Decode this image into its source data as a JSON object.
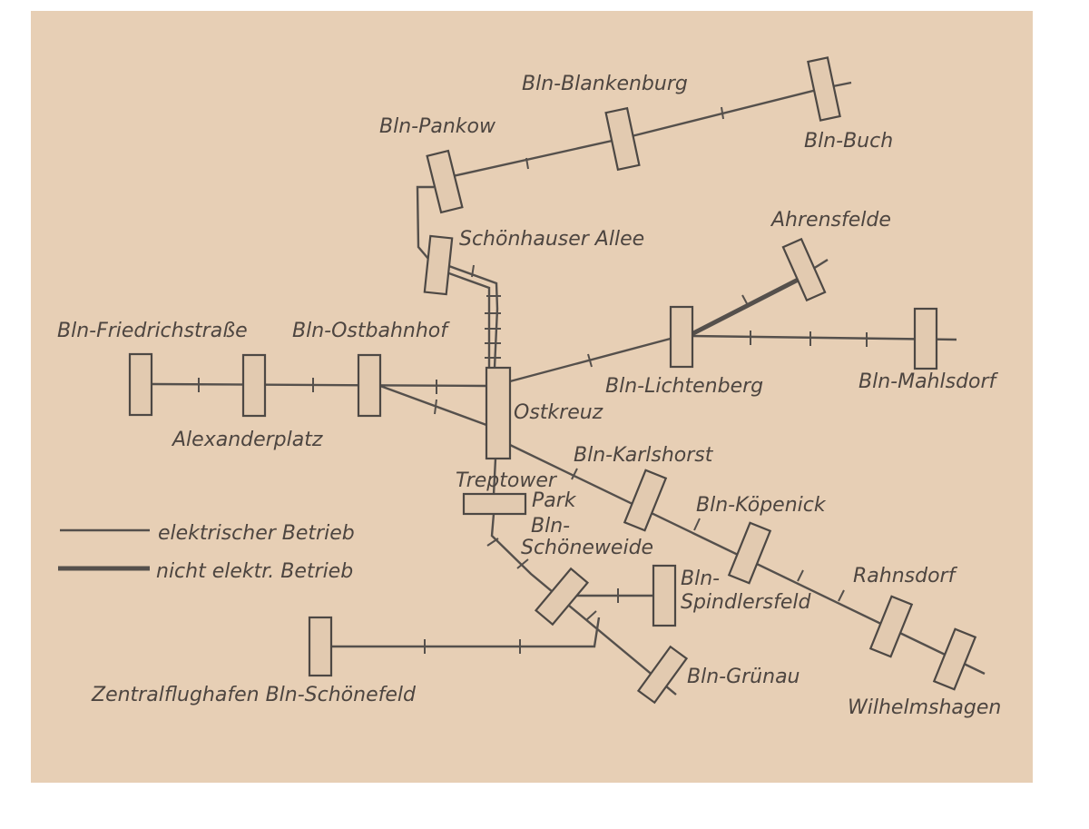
{
  "stations": {
    "buch": "Bln-Buch",
    "blankenburg": "Bln-Blankenburg",
    "pankow": "Bln-Pankow",
    "schoenhauser": "Schönhauser Allee",
    "ahrensfelde": "Ahrensfelde",
    "friedrichstrasse": "Bln-Friedrichstraße",
    "ostbahnhof": "Bln-Ostbahnhof",
    "lichtenberg": "Bln-Lichtenberg",
    "mahlsdorf": "Bln-Mahlsdorf",
    "alexanderplatz": "Alexanderplatz",
    "ostkreuz": "Ostkreuz",
    "karlshorst": "Bln-Karlshorst",
    "treptower_1": "Treptower",
    "treptower_2": "Park",
    "schoeneweide_1": "Bln-",
    "schoeneweide_2": "Schöneweide",
    "koepenick": "Bln-Köpenick",
    "rahnsdorf": "Rahnsdorf",
    "spindlersfeld_1": "Bln-",
    "spindlersfeld_2": "Spindlersfeld",
    "gruenau": "Bln-Grünau",
    "wilhelmshagen": "Wilhelmshagen",
    "schoenefeld": "Zentralflughafen Bln-Schönefeld"
  },
  "legend": {
    "electric": "elektrischer Betrieb",
    "non_electric": "nicht elektr. Betrieb"
  },
  "colors": {
    "paper": "#e7cfb5",
    "ink": "#4d4540"
  }
}
